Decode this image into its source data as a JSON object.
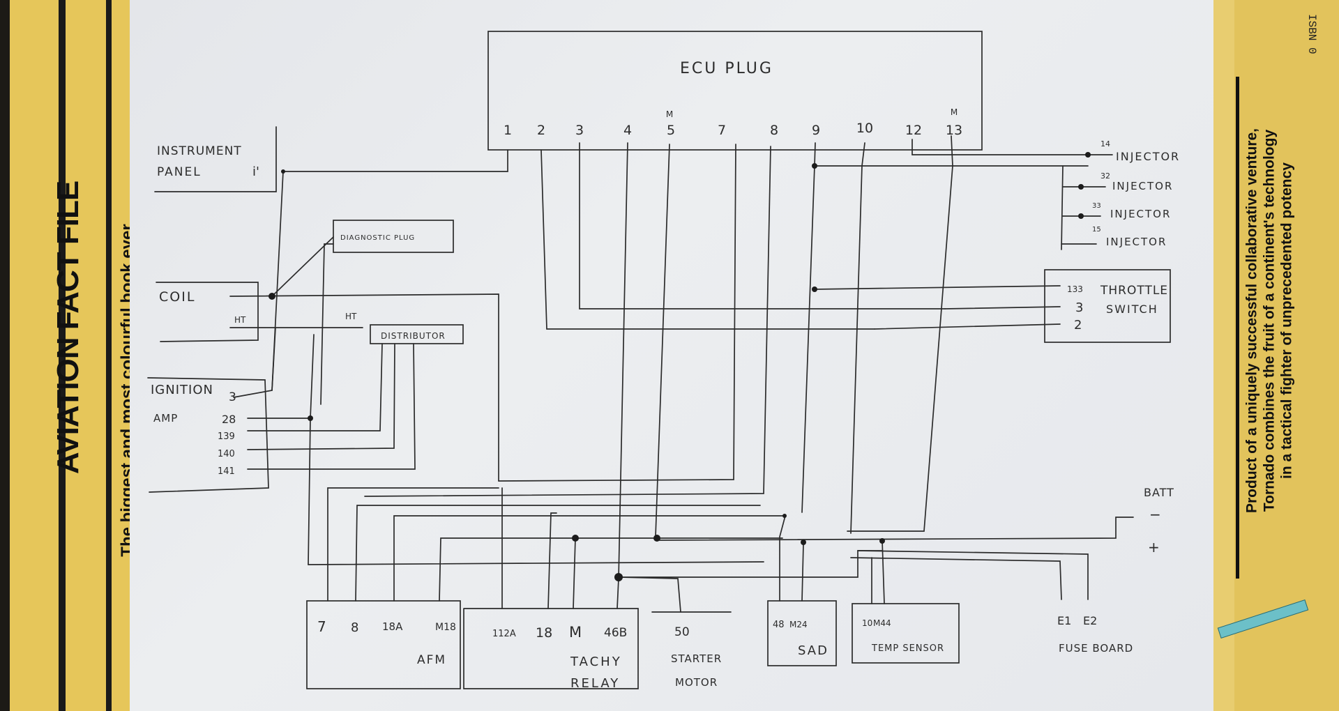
{
  "book": {
    "spine_title": "AVIATION FACT FILE",
    "spine_subtitle": "The biggest and most colourful book ever",
    "isbn": "ISBN 0",
    "blurb": [
      "Product of a uniquely successful collaborative venture,",
      "Tornado combines the fruit of a continent's technology",
      "in a tactical fighter of unprecedented potency"
    ]
  },
  "diagram": {
    "ecu": {
      "title": "ECU PLUG",
      "pins": [
        "1",
        "2",
        "3",
        "4",
        "5",
        "7",
        "8",
        "9",
        "10",
        "12",
        "13"
      ],
      "m_marks": [
        "M",
        "M"
      ]
    },
    "instrument_panel": {
      "title_line1": "INSTRUMENT",
      "title_line2": "PANEL",
      "pin": "i'"
    },
    "diagnostic_plug": {
      "title": "DIAGNOSTIC PLUG"
    },
    "coil": {
      "title": "COIL",
      "ht": "HT"
    },
    "distributor": {
      "title": "DISTRIBUTOR",
      "ht": "HT"
    },
    "ignition_amp": {
      "title_line1": "IGNITION",
      "title_line2": "AMP",
      "pins": [
        "3",
        "28",
        "139",
        "140",
        "141"
      ]
    },
    "injectors": {
      "label": "INJECTOR",
      "pins": [
        "14",
        "32",
        "33",
        "15"
      ]
    },
    "throttle_switch": {
      "title_line1": "THROTTLE",
      "title_line2": "SWITCH",
      "pins": [
        "133",
        "3",
        "2"
      ]
    },
    "battery": {
      "title": "BATT",
      "neg": "−",
      "pos": "+"
    },
    "afm": {
      "title": "AFM",
      "pins": [
        "7",
        "8",
        "18A",
        "M18"
      ]
    },
    "tachy_relay": {
      "title_line1": "TACHY",
      "title_line2": "RELAY",
      "pins": [
        "112A",
        "18",
        "M",
        "46B"
      ]
    },
    "starter_motor": {
      "title_line1": "STARTER",
      "title_line2": "MOTOR",
      "pin": "50"
    },
    "sad": {
      "title": "SAD",
      "pins": [
        "48",
        "M24"
      ]
    },
    "temp_sensor": {
      "title": "TEMP SENSOR",
      "pins": [
        "10",
        "M44"
      ]
    },
    "fuse_board": {
      "title": "FUSE BOARD",
      "pins": [
        "E1",
        "E2"
      ]
    }
  }
}
